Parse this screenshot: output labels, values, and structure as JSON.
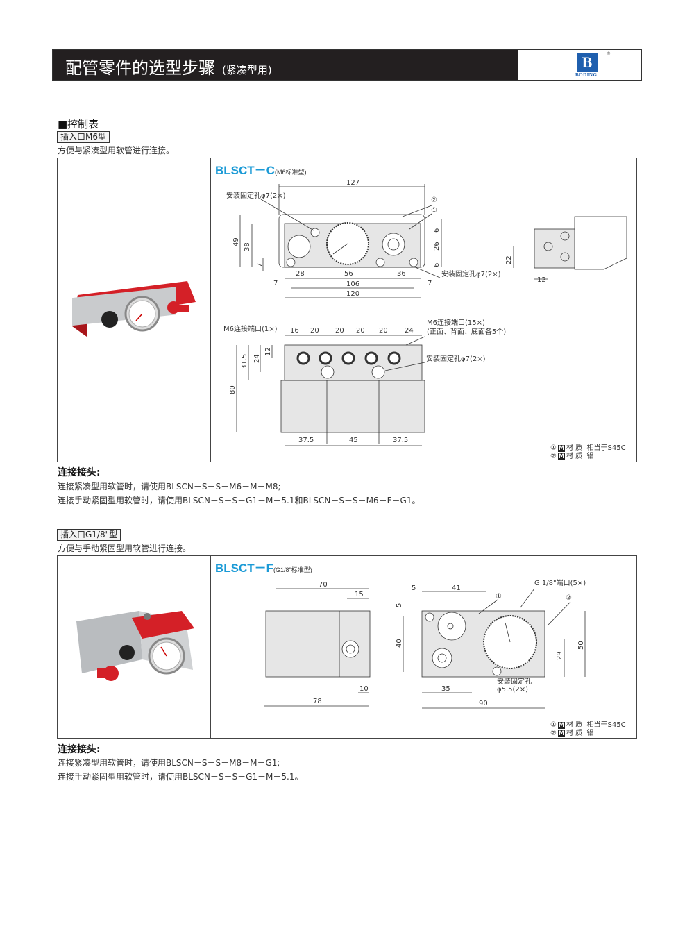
{
  "header": {
    "title": "配管零件的选型步骤",
    "subtitle": "(紧凑型用)",
    "logo_text": "BODING",
    "logo_letter": "B"
  },
  "section_title": "■控制表",
  "colors": {
    "model_blue": "#1b9ad6",
    "header_bg": "#231f20",
    "logo_blue": "#1f5fae",
    "cover_red": "#d42027"
  },
  "block1": {
    "tag": "插入口M6型",
    "desc": "方便与紧凑型用软管进行连接。",
    "model": "BLSCT－C",
    "model_note": "(M6标准型)",
    "front": {
      "width_total": "127",
      "hole_label": "安装固定孔φ7(2×)",
      "callout2": "②",
      "callout1": "①",
      "h49": "49",
      "h38": "38",
      "h7": "7",
      "r6a": "6",
      "r26": "26",
      "r6b": "6",
      "d28": "28",
      "d56": "56",
      "d36": "36",
      "hole_label2": "安装固定孔φ7(2×)",
      "l7": "7",
      "d106": "106",
      "r7": "7",
      "d120": "120"
    },
    "side": {
      "h22": "22",
      "w12": "12"
    },
    "top": {
      "port1": "M6连接端口(1×)",
      "p16": "16",
      "p20a": "20",
      "p20b": "20",
      "p20c": "20",
      "p20d": "20",
      "p24": "24",
      "port15": "M6连接端口(15×)",
      "port15_note": "(正面、背面、底面各5个)",
      "hole_label": "安装固定孔φ7(2×)",
      "v12": "12",
      "v24": "24",
      "v315": "31.5",
      "v80": "80",
      "b375a": "37.5",
      "b45": "45",
      "b375b": "37.5"
    },
    "materials": [
      {
        "num": "①",
        "m": "M",
        "label": "材 质",
        "value": "相当于S45C"
      },
      {
        "num": "②",
        "m": "M",
        "label": "材 质",
        "value": "铝"
      }
    ],
    "conn_title": "连接接头:",
    "conn_lines": [
      "连接紧凑型用软管时，请使用BLSCN－S－S－M6－M－M8;",
      "连接手动紧固型用软管时，请使用BLSCN－S－S－G1－M－5.1和BLSCN－S－S－M6－F－G1。"
    ]
  },
  "block2": {
    "tag": "插入口G1/8\"型",
    "desc": "方便与手动紧固型用软管进行连接。",
    "model": "BLSCT－F",
    "model_note": "(G1/8\"标准型)",
    "side": {
      "w70": "70",
      "w15": "15",
      "w10": "10",
      "w78": "78"
    },
    "front": {
      "d5": "5",
      "d41": "41",
      "port": "G 1/8\"端口(5×)",
      "c1": "①",
      "c2": "②",
      "v5": "5",
      "v40": "40",
      "v50": "50",
      "v29": "29",
      "d35": "35",
      "hole1": "安装固定孔",
      "hole2": "φ5.5(2×)",
      "d90": "90"
    },
    "materials": [
      {
        "num": "①",
        "m": "M",
        "label": "材 质",
        "value": "相当于S45C"
      },
      {
        "num": "②",
        "m": "M",
        "label": "材 质",
        "value": "铝"
      }
    ],
    "conn_title": "连接接头:",
    "conn_lines": [
      "连接紧凑型用软管时，请使用BLSCN－S－S－M8－M－G1;",
      "连接手动紧固型用软管时，请使用BLSCN－S－S－G1－M－5.1。"
    ]
  }
}
